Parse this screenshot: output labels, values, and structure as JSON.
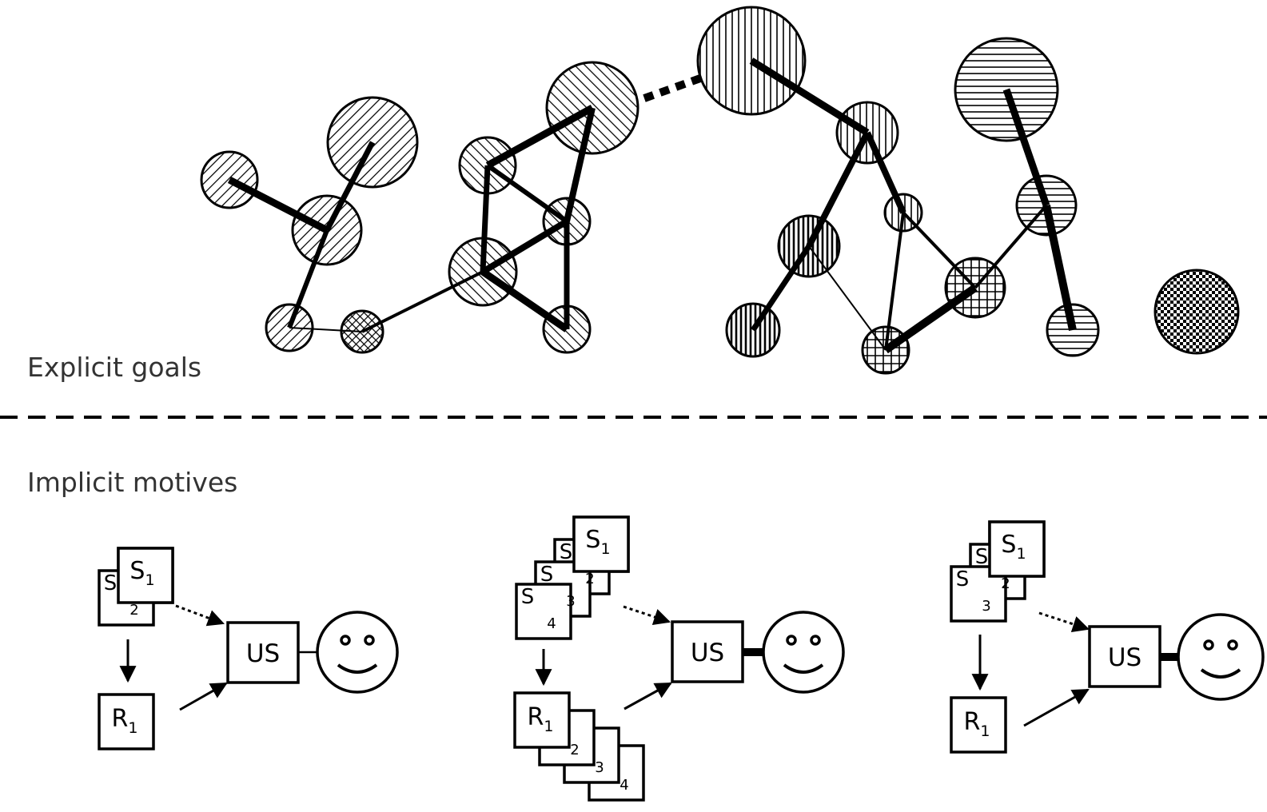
{
  "labels": {
    "explicit": "Explicit goals",
    "implicit": "Implicit motives"
  },
  "motive_box": {
    "us": "US",
    "s_main": "S",
    "r_main": "R",
    "sub_1": "1"
  },
  "panels": [
    {
      "stack_labels": [
        "2"
      ],
      "response_labels": []
    },
    {
      "stack_labels": [
        "2",
        "3",
        "4"
      ],
      "response_labels": [
        "2",
        "3",
        "4"
      ]
    },
    {
      "stack_labels": [
        "2",
        "3"
      ],
      "response_labels": []
    }
  ],
  "colors": {
    "stroke": "#000000",
    "background": "#ffffff",
    "text": "#333333"
  }
}
